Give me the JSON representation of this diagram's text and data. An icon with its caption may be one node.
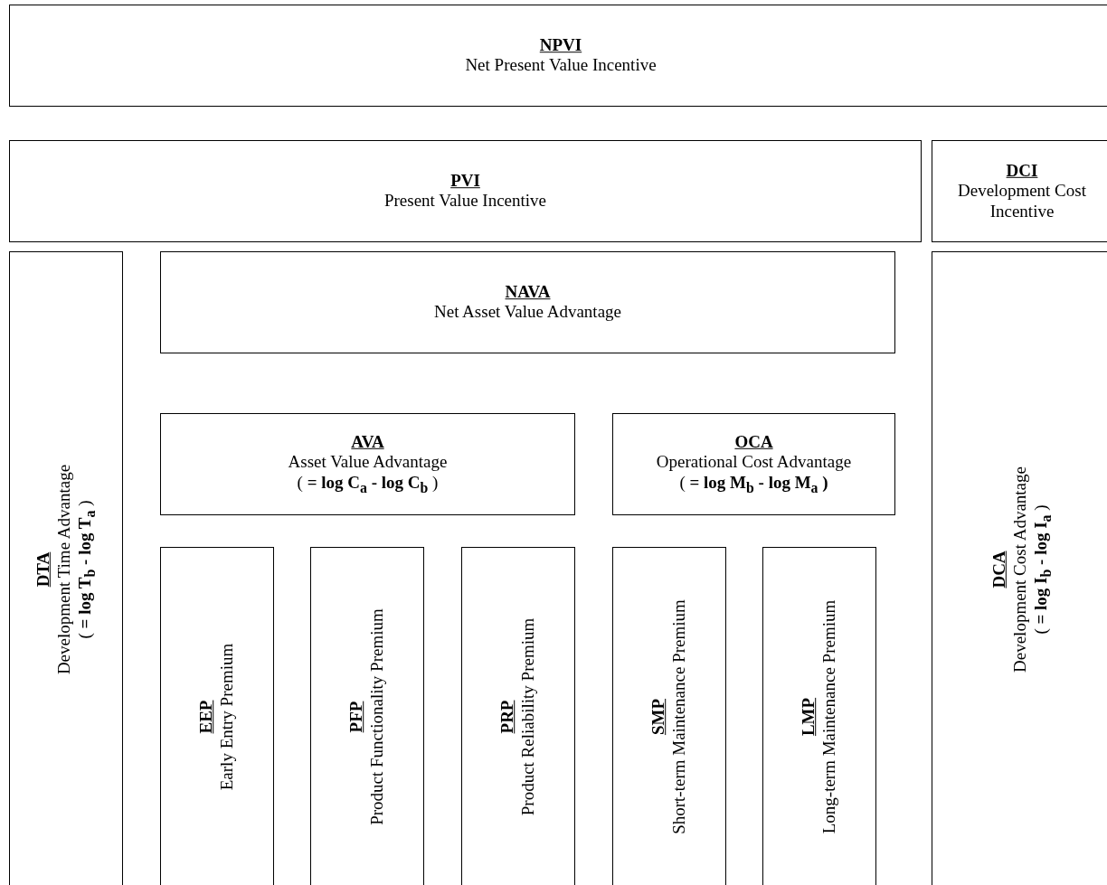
{
  "diagram": {
    "nodes": [
      {
        "text": [
          "NPVI",
          "Net Present Value Incentive"
        ]
      },
      {
        "text": [
          "PVI",
          "Present Value Incentive"
        ]
      },
      {
        "text": [
          "DCI",
          "Development Cost Incentive"
        ]
      },
      {
        "text": [
          "DTA",
          "Development Time Advantage",
          "( **= log T$_{b}$ - log T$_{a}$** )"
        ]
      },
      {
        "text": [
          "NAVA",
          "Net Asset Value  Advantage"
        ]
      },
      {
        "text": [
          "AVA",
          "Asset Value Advantage",
          "( **= log C$_{a}$ - log C$_{b}$** )"
        ]
      },
      {
        "text": [
          "OCA",
          "Operational Cost Advantage",
          "( **= log M$_{b}$ - log M$_{a}$ )**"
        ]
      },
      {
        "text": [
          "EEP",
          "Early Entry Premium"
        ]
      },
      {
        "text": [
          "PFP",
          "Product Functionality Premium"
        ]
      },
      {
        "text": [
          "PRP",
          "Product Reliability Premium"
        ]
      },
      {
        "text": [
          "SMP",
          "Short-term Maintenance Premium"
        ]
      },
      {
        "text": [
          "LMP",
          "Long-term Maintenance Premium"
        ]
      },
      {
        "text": [
          "DCA",
          "Development Cost Advantage",
          "( **= log I$_{b}$ - log I$_{a}$** )"
        ]
      }
    ]
  }
}
